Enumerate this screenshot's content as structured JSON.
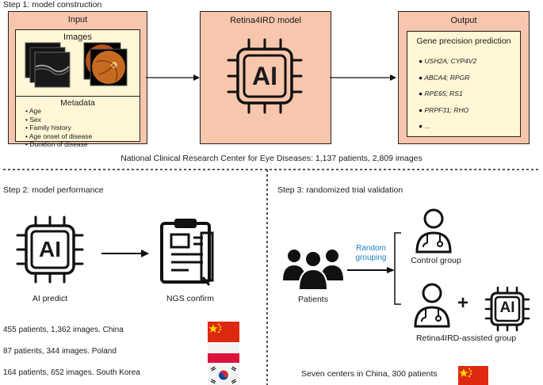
{
  "step1": {
    "title": "Step 1: model construction",
    "input": {
      "title": "Input",
      "images_title": "Images",
      "metadata_title": "Metadata",
      "metadata_items": [
        "Age",
        "Sex",
        "Family history",
        "Age onset of disease",
        "Duration of disease"
      ]
    },
    "model": {
      "title": "Retina4IRD model",
      "chip_label": "AI"
    },
    "output": {
      "title": "Output",
      "panel_title": "Gene precision prediction",
      "genes": [
        "USH2A; CYP4V2",
        "ABCA4; RPGR",
        "RPE65; RS1",
        "PRPF31; RHO",
        "..."
      ]
    },
    "caption": "National Clinical Research Center for Eye Diseases: 1,137 patients, 2,809 images"
  },
  "step2": {
    "title": "Step 2: model performance",
    "chip_label": "AI",
    "ai_label": "AI predict",
    "ngs_label": "NGS confirm",
    "cohorts": [
      {
        "text": "455 patients, 1,362 images. China",
        "flag": "china-flag"
      },
      {
        "text": "87 patients, 344 images. Poland",
        "flag": "poland-flag"
      },
      {
        "text": "164 patients, 652 images. South Korea",
        "flag": "south-korea-flag"
      }
    ]
  },
  "step3": {
    "title": "Step 3: randomized trial validation",
    "patients_label": "Patients",
    "arrow_label_line1": "Random",
    "arrow_label_line2": "grouping",
    "control_label": "Control group",
    "assisted_label": "Retina4IRD-assisted group",
    "plus": "+",
    "chip_label": "AI",
    "caption": "Seven centers in China, 300 patients"
  },
  "colors": {
    "box_fill": "#f7c6ac",
    "panel_fill": "#fff7d6",
    "link_blue": "#1f7fc2",
    "china_red": "#de2910",
    "star_yellow": "#ffde00",
    "poland_red": "#dc143c",
    "korea_red": "#cd2e3a",
    "korea_blue": "#0047a0"
  }
}
